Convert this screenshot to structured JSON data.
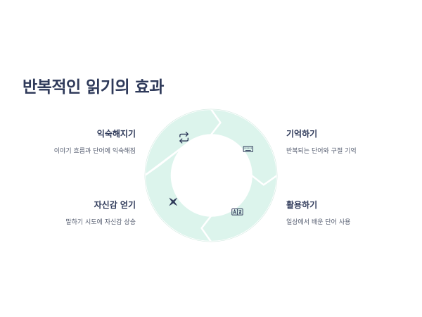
{
  "title": "반복적인 읽기의 효과",
  "colors": {
    "segment_fill": "#dcf4ec",
    "segment_stroke": "#ffffff",
    "title": "#2f3a5a",
    "icon": "#2f3a5a",
    "description": "#555d70"
  },
  "steps": [
    {
      "heading": "익숙해지기",
      "description": "이야기 흐름과 단어에 익숙해짐",
      "icon": "repeat-arrows-icon"
    },
    {
      "heading": "기억하기",
      "description": "반복되는 단어와 구절 기억",
      "icon": "keyboard-icon"
    },
    {
      "heading": "활용하기",
      "description": "일상에서 배운 단어 사용",
      "icon": "translate-icon"
    },
    {
      "heading": "자신감 얻기",
      "description": "말하기 시도에 자신감 상승",
      "icon": "puzzle-icon"
    }
  ]
}
